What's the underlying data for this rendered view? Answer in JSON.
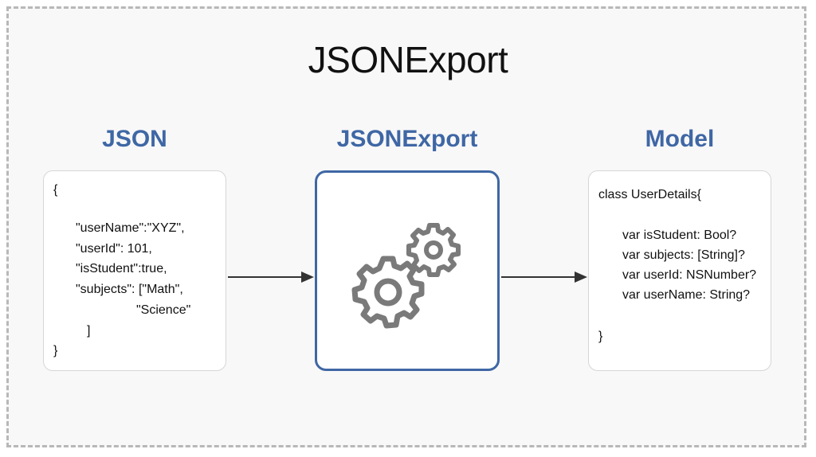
{
  "title": "JSONExport",
  "columns": {
    "json": {
      "title": "JSON"
    },
    "export": {
      "title": "JSONExport"
    },
    "model": {
      "title": "Model"
    }
  },
  "json_code": {
    "lines": [
      "{",
      "\"userName\":\"XYZ\",",
      "\"userId\": 101,",
      "\"isStudent\":true,",
      "\"subjects\": [\"Math\",",
      "\"Science\"",
      "]",
      "}"
    ]
  },
  "model_code": {
    "lines": [
      "class UserDetails{",
      "var isStudent: Bool?",
      "var subjects: [String]?",
      "var userId: NSNumber?",
      "var userName: String?",
      "}"
    ]
  },
  "icons": {
    "gears": "gears-icon",
    "arrow": "arrow-right-icon"
  },
  "colors": {
    "accent": "#3f67a5",
    "gear": "#7a7a7a",
    "arrow": "#333333",
    "border_dashed": "#b8b8b8",
    "background": "#f8f8f8"
  }
}
